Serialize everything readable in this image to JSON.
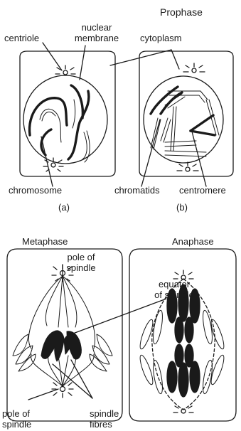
{
  "labels": {
    "prophase": "Prophase",
    "centriole": "centriole",
    "nuclear_membrane_1": "nuclear",
    "nuclear_membrane_2": "membrane",
    "cytoplasm": "cytoplasm",
    "chromosome": "chromosome",
    "chromatids": "chromatids",
    "centromere": "centromere",
    "sub_a": "(a)",
    "sub_b": "(b)",
    "metaphase": "Metaphase",
    "anaphase": "Anaphase",
    "pole_top_1": "pole of",
    "pole_top_2": "spindle",
    "equator_1": "equator",
    "equator_2": "of spindle",
    "pole_bottom_1": "pole of",
    "pole_bottom_2": "spindle",
    "spindle_fibres_1": "spindle",
    "spindle_fibres_2": "fibres"
  },
  "colors": {
    "ink": "#1a1a1a",
    "background": "#ffffff"
  }
}
